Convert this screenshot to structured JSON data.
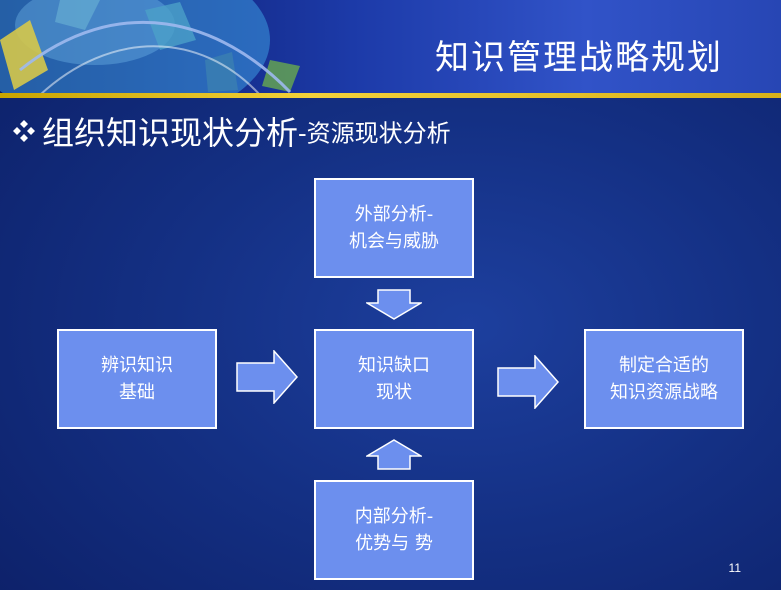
{
  "slide": {
    "banner_title": "知识管理战略规划",
    "heading_main": "组织知识现状分析",
    "heading_sub": "-资源现状分析",
    "bullet_icon": "diamond-bullet-icon",
    "page_number": "11"
  },
  "diagram": {
    "external": {
      "line1": "外部分析-",
      "line2": "机会与威胁"
    },
    "internal": {
      "line1": "内部分析-",
      "line2": "优势与 势"
    },
    "identify": {
      "line1": "辨识知识",
      "line2": "基础"
    },
    "gap": {
      "line1": "知识缺口",
      "line2": "现状"
    },
    "strategy": {
      "line1": "制定合适的",
      "line2": "知识资源战略"
    }
  },
  "colors": {
    "box_fill": "#6c8fee",
    "background": "#143084",
    "banner_stripe": "#f3d23a"
  }
}
